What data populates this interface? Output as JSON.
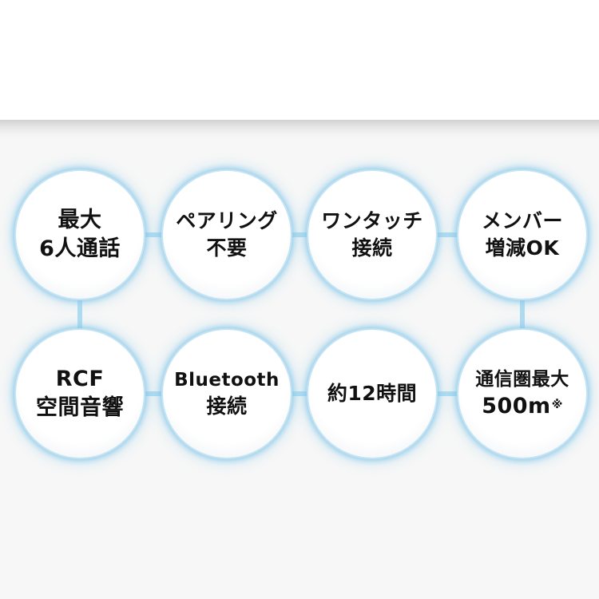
{
  "features": [
    {
      "lines": [
        "最大",
        "6人通話"
      ]
    },
    {
      "lines": [
        "ペアリング",
        "不要"
      ]
    },
    {
      "lines": [
        "ワンタッチ",
        "接続"
      ]
    },
    {
      "lines": [
        "メンバー",
        "増減OK"
      ]
    },
    {
      "lines": [
        "RCF",
        "空間音響"
      ]
    },
    {
      "lines": [
        "Bluetooth",
        "接続"
      ]
    },
    {
      "lines": [
        "約12時間"
      ]
    },
    {
      "lines": [
        "通信圏最大",
        "500m"
      ],
      "note": "※"
    }
  ],
  "colors": {
    "connector": "#a6d8ef",
    "glow": "#80c4e8",
    "text": "#111111",
    "background": "#f7f7f7"
  }
}
